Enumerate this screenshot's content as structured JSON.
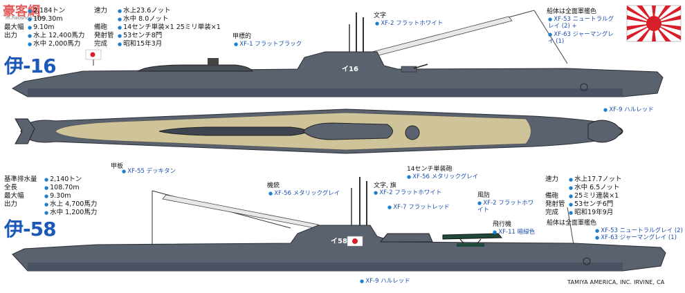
{
  "watermark": {
    "logo": "豪客網",
    "url": "m.haoshop.com"
  },
  "i16": {
    "name": "伊-16",
    "spec_left": [
      {
        "k": "",
        "v": "2,184トン"
      },
      {
        "k": "",
        "v": "109.30m"
      },
      {
        "k": "最大幅",
        "v": "9.10m"
      },
      {
        "k": "出力",
        "v": "水上 12,400馬力"
      },
      {
        "k": "",
        "v": "水中 2,000馬力"
      }
    ],
    "spec_right": [
      {
        "k": "速力",
        "v": "水上23.6ノット"
      },
      {
        "k": "",
        "v": "水中 8.0ノット"
      },
      {
        "k": "備砲",
        "v": "14センチ単装×1 25ミリ単装×1"
      },
      {
        "k": "発射管",
        "v": "53センチ8門"
      },
      {
        "k": "完成",
        "v": "昭和15年3月"
      }
    ],
    "hull_label": "イ16",
    "callouts": [
      {
        "label": "文字",
        "code": "XF-2 フラットホワイト"
      },
      {
        "label": "甲標的",
        "code": "XF-1 フラットブラック"
      },
      {
        "label": "船体は全面軍艦色",
        "code": "XF-53 ニュートラルグレイ (2) +"
      },
      {
        "label": "",
        "code": "XF-63 ジャーマングレイ (1)"
      },
      {
        "label": "",
        "code": "XF-9 ハルレッド"
      },
      {
        "label": "甲板",
        "code": "XF-55 デッキタン"
      },
      {
        "label": "14センチ単装砲",
        "code": "XF-56 メタリックグレイ"
      }
    ]
  },
  "i58": {
    "name": "伊-58",
    "spec_left": [
      {
        "k": "基準排水量",
        "v": "2,140トン"
      },
      {
        "k": "全長",
        "v": "108.70m"
      },
      {
        "k": "最大幅",
        "v": "9.30m"
      },
      {
        "k": "出力",
        "v": "水上 4,700馬力"
      },
      {
        "k": "",
        "v": "水中 1,200馬力"
      }
    ],
    "spec_right": [
      {
        "k": "速力",
        "v": "水上17.7ノット"
      },
      {
        "k": "",
        "v": "水中 6.5ノット"
      },
      {
        "k": "備砲",
        "v": "25ミリ連装×1"
      },
      {
        "k": "発射管",
        "v": "53センチ6門"
      },
      {
        "k": "完成",
        "v": "昭和19年9月"
      }
    ],
    "hull_label": "イ58",
    "callouts": [
      {
        "label": "機銃",
        "code": "XF-56 メタリックグレイ"
      },
      {
        "label": "文字, 旗",
        "code": "XF-2 フラットホワイト"
      },
      {
        "label": "",
        "code": "XF-7 フラットレッド"
      },
      {
        "label": "風防",
        "code": "XF-2 フラットホワイト"
      },
      {
        "label": "飛行機",
        "code": "XF-11 暗緑色"
      },
      {
        "label": "船体は全面軍艦色",
        "code": "XF-53 ニュートラルグレイ (2) +"
      },
      {
        "label": "",
        "code": "XF-63 ジャーマングレイ (1)"
      },
      {
        "label": "",
        "code": "XF-9 ハルレッド"
      }
    ]
  },
  "credit": "TAMIYA AMERICA, INC. IRVINE, CA",
  "colors": {
    "hull": "#5a6270",
    "hull_dark": "#3a4048",
    "deck": "#cfc39a",
    "accent": "#1a7fd0",
    "flag_red": "#d81e2a"
  }
}
